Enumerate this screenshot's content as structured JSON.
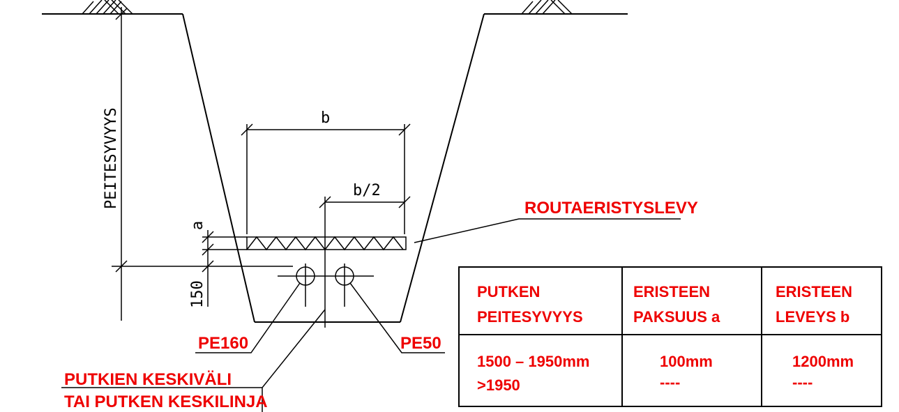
{
  "dimensions": {
    "width_label": "b",
    "half_width_label": "b/2",
    "thickness_label": "a",
    "offset_label": "150",
    "depth_label": "PEITESYVYYS"
  },
  "labels": {
    "insulation_board": "ROUTAERISTYSLEVY",
    "pipe_large": "PE160",
    "pipe_small": "PE50",
    "centerline_line1": "PUTKIEN KESKIVÄLI",
    "centerline_line2": "TAI PUTKEN KESKILINJA"
  },
  "table": {
    "headers": [
      [
        "PUTKEN",
        "PEITESYVYYS"
      ],
      [
        "ERISTEEN",
        "PAKSUUS a"
      ],
      [
        "ERISTEEN",
        "LEVEYS b"
      ]
    ],
    "row": {
      "depth": [
        "1500 – 1950mm",
        ">1950"
      ],
      "thickness": [
        "100mm",
        "----"
      ],
      "width": [
        "1200mm",
        "----"
      ]
    }
  },
  "colors": {
    "line": "#000000",
    "label": "#ee0000"
  }
}
